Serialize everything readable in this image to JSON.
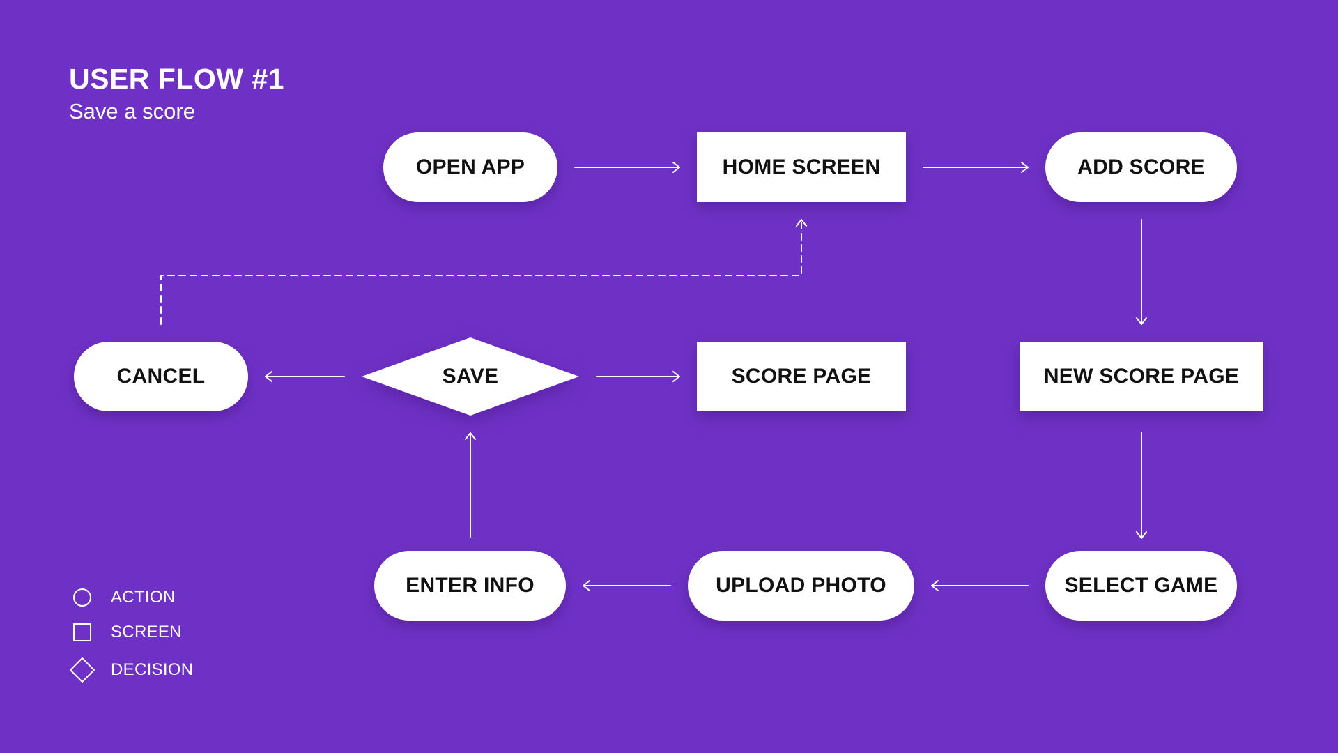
{
  "header": {
    "title": "USER FLOW #1",
    "subtitle": "Save a score"
  },
  "colors": {
    "background": "#6f31c5",
    "node_fill": "#ffffff",
    "node_text": "#111111",
    "connector": "#ffffff"
  },
  "nodes": {
    "open_app": "OPEN APP",
    "home_screen": "HOME SCREEN",
    "add_score": "ADD SCORE",
    "new_score_page": "NEW SCORE PAGE",
    "select_game": "SELECT GAME",
    "upload_photo": "UPLOAD PHOTO",
    "enter_info": "ENTER INFO",
    "save": "SAVE",
    "score_page": "SCORE PAGE",
    "cancel": "CANCEL"
  },
  "legend": {
    "action": "ACTION",
    "screen": "SCREEN",
    "decision": "DECISION"
  }
}
